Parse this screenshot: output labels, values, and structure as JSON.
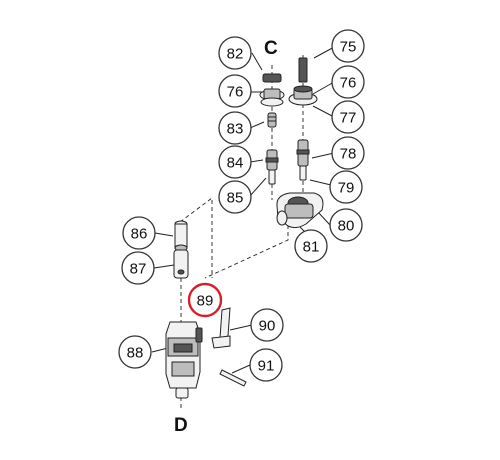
{
  "view_labels": {
    "top": "C",
    "bottom": "D"
  },
  "callouts": [
    {
      "id": "82",
      "label": "82",
      "highlighted": false
    },
    {
      "id": "76a",
      "label": "76",
      "highlighted": false
    },
    {
      "id": "83",
      "label": "83",
      "highlighted": false
    },
    {
      "id": "84",
      "label": "84",
      "highlighted": false
    },
    {
      "id": "85",
      "label": "85",
      "highlighted": false
    },
    {
      "id": "75",
      "label": "75",
      "highlighted": false
    },
    {
      "id": "76b",
      "label": "76",
      "highlighted": false
    },
    {
      "id": "77",
      "label": "77",
      "highlighted": false
    },
    {
      "id": "78",
      "label": "78",
      "highlighted": false
    },
    {
      "id": "79",
      "label": "79",
      "highlighted": false
    },
    {
      "id": "80",
      "label": "80",
      "highlighted": false
    },
    {
      "id": "81",
      "label": "81",
      "highlighted": false
    },
    {
      "id": "86",
      "label": "86",
      "highlighted": false
    },
    {
      "id": "87",
      "label": "87",
      "highlighted": false
    },
    {
      "id": "88",
      "label": "88",
      "highlighted": false
    },
    {
      "id": "89",
      "label": "89",
      "highlighted": true
    },
    {
      "id": "90",
      "label": "90",
      "highlighted": false
    },
    {
      "id": "91",
      "label": "91",
      "highlighted": false
    }
  ],
  "colors": {
    "highlight": "#d61f26",
    "line": "#222222"
  }
}
